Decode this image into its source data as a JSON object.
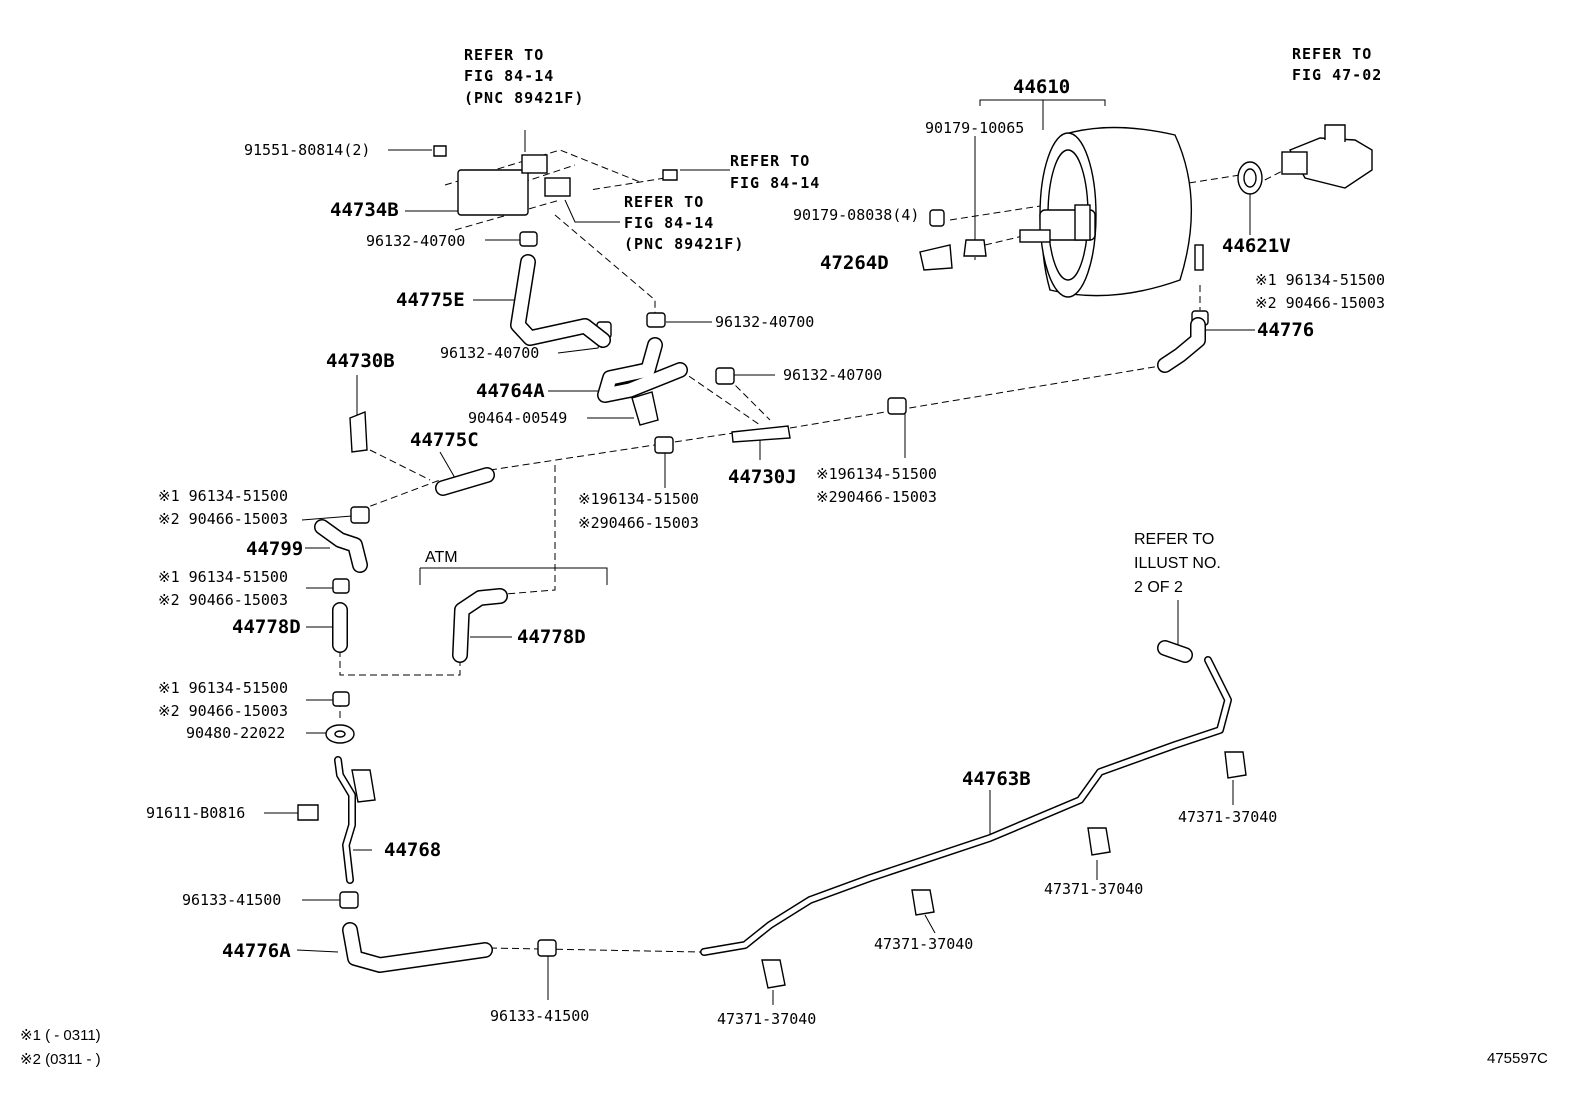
{
  "diagram": {
    "figure_code": "475597C",
    "references": {
      "fig_84_14_pnc_top": [
        "REFER TO",
        "FIG 84-14",
        "(PNC 89421F)"
      ],
      "fig_84_14_right": [
        "REFER TO",
        "FIG 84-14"
      ],
      "fig_84_14_pnc_mid": [
        "REFER TO",
        "FIG 84-14",
        "(PNC 89421F)"
      ],
      "fig_47_02": [
        "REFER TO",
        "FIG 47-02"
      ],
      "illust_2_of_2": [
        "REFER TO",
        "ILLUST NO.",
        "2 OF 2"
      ]
    },
    "group_label_atm": "ATM",
    "part_numbers": {
      "p91551": "91551-80814(2)",
      "p44734B": "44734B",
      "p96132_a": "96132-40700",
      "p44775E": "44775E",
      "p96132_b": "96132-40700",
      "p96132_c": "96132-40700",
      "p96132_d": "96132-40700",
      "p44764A": "44764A",
      "p90464": "90464-00549",
      "p44730B": "44730B",
      "p44775C": "44775C",
      "p44730J": "44730J",
      "p44610": "44610",
      "p90179_10065": "90179-10065",
      "p90179_08038": "90179-08038(4)",
      "p47264D": "47264D",
      "p44621V": "44621V",
      "p44776": "44776",
      "p44799": "44799",
      "p44778D_left": "44778D",
      "p44778D_atm": "44778D",
      "p90480": "90480-22022",
      "p91611": "91611-B0816",
      "p44768": "44768",
      "p96133_a": "96133-41500",
      "p44776A": "44776A",
      "p96133_b": "96133-41500",
      "p44763B": "44763B",
      "p47371_a": "47371-37040",
      "p47371_b": "47371-37040",
      "p47371_c": "47371-37040",
      "p47371_d": "47371-37040"
    },
    "clamp_pairs": {
      "right_upper": {
        "n1": "※1 96134-51500",
        "n2": "※2 90466-15003"
      },
      "right_mid": {
        "n1": "※196134-51500",
        "n2": "※290466-15003"
      },
      "center": {
        "n1": "※196134-51500",
        "n2": "※290466-15003"
      },
      "left_1": {
        "n1": "※1 96134-51500",
        "n2": "※2 90466-15003"
      },
      "left_2": {
        "n1": "※1 96134-51500",
        "n2": "※2 90466-15003"
      },
      "left_3": {
        "n1": "※1 96134-51500",
        "n2": "※2 90466-15003"
      }
    },
    "notes": {
      "note1": "※1 (        - 0311)",
      "note2": "※2 (0311 -        )"
    }
  }
}
